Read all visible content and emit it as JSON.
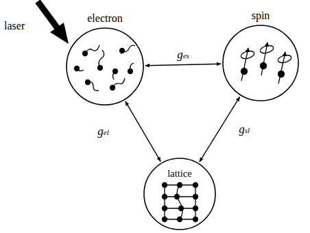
{
  "diagram": {
    "nodes": [
      {
        "text": [
          "electron"
        ]
      },
      {
        "text": [
          "spin"
        ]
      },
      {
        "text": [
          "lattice"
        ]
      }
    ],
    "edges": [
      {
        "from": 0,
        "to": 1,
        "label": "ges",
        "arrow": "both"
      },
      {
        "from": 0,
        "to": 2,
        "label": "gel",
        "arrow": "both"
      },
      {
        "from": 1,
        "to": 2,
        "label": "gsl",
        "arrow": "both"
      }
    ],
    "labels": [
      "laser"
    ]
  }
}
